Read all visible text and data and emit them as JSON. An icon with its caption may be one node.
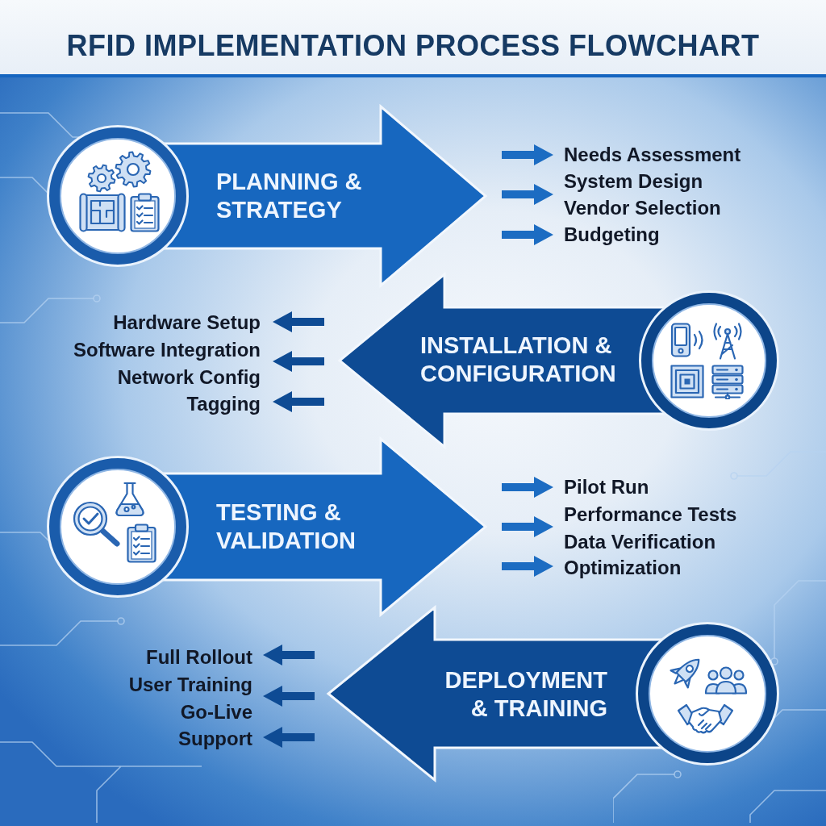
{
  "diagram": {
    "title": "RFID IMPLEMENTATION PROCESS FLOWCHART",
    "nodes": [
      {
        "text": [
          "PLANNING & STRATEGY"
        ],
        "beside": [
          "Needs Assessment",
          "System Design",
          "Vendor Selection",
          "Budgeting"
        ]
      },
      {
        "text": [
          "INSTALLATION & CONFIGURATION"
        ],
        "beside": [
          "Hardware Setup",
          "Software Integration",
          "Network Config",
          "Tagging"
        ]
      },
      {
        "text": [
          "TESTING & VALIDATION"
        ],
        "beside": [
          "Pilot Run",
          "Performance Tests",
          "Data Verification",
          "Optimization"
        ]
      },
      {
        "text": [
          "DEPLOYMENT & TRAINING"
        ],
        "beside": [
          "Full Rollout",
          "User Training",
          "Go-Live",
          "Support"
        ]
      }
    ]
  }
}
